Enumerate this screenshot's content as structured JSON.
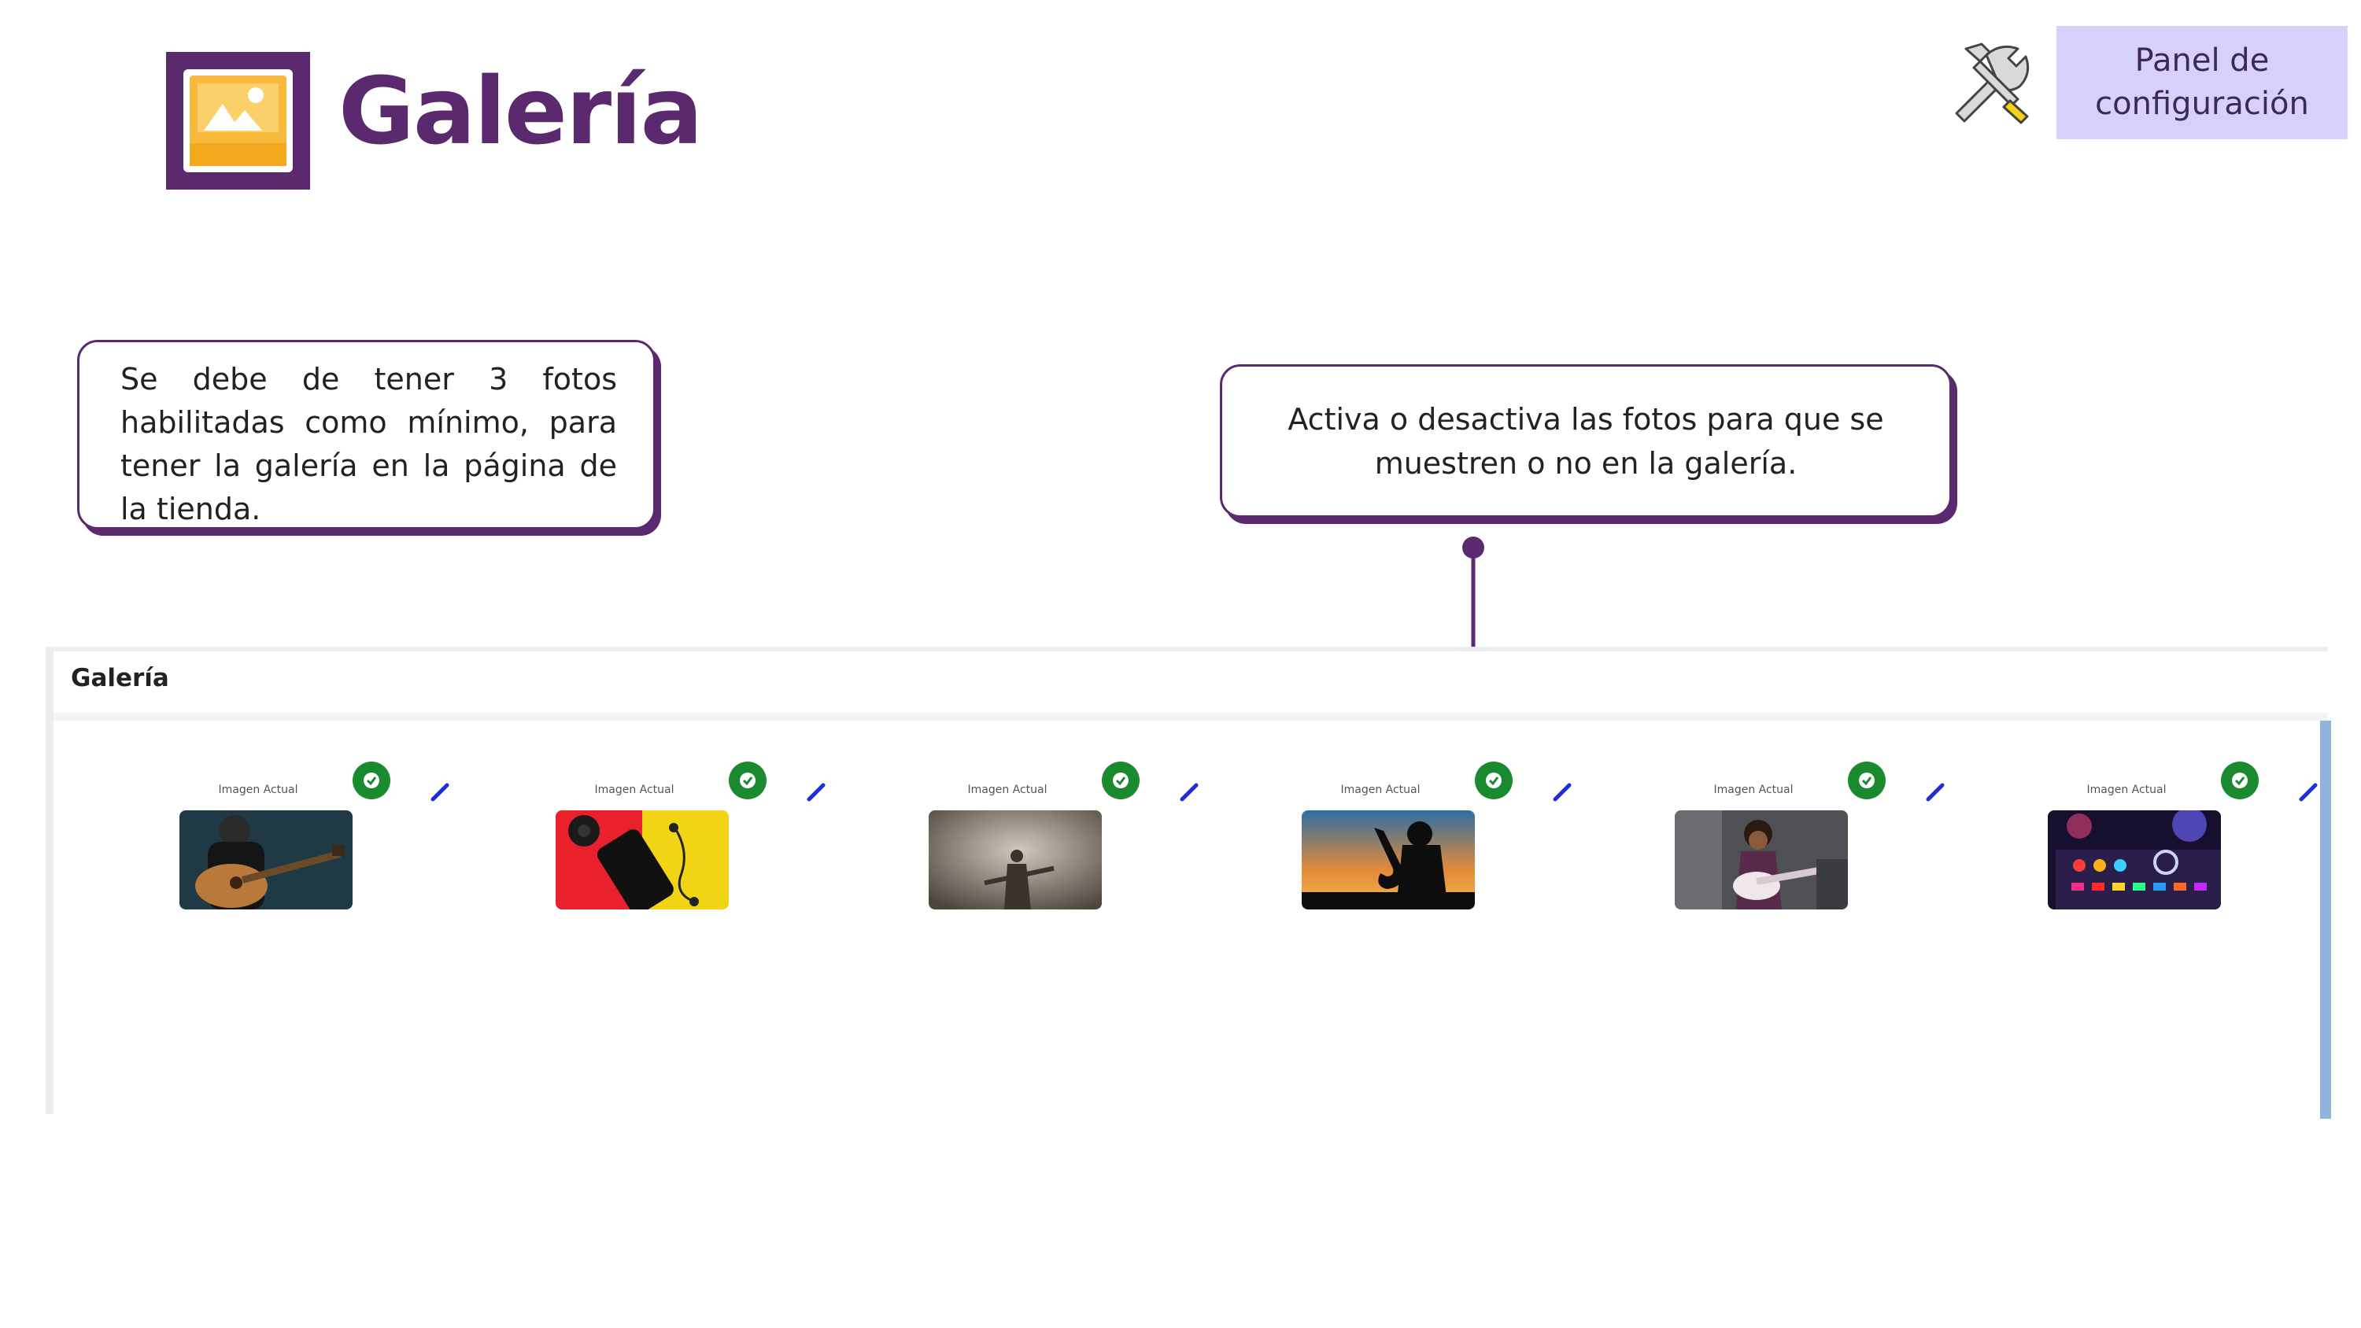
{
  "header": {
    "title": "Galería",
    "logo_icon": "gallery-image-icon",
    "settings_icon": "tools-icon",
    "settings_label": "Panel de\nconfiguración"
  },
  "callouts": {
    "left": "Se debe de tener 3 fotos habilitadas como mínimo, para tener la galería en la página de la tienda.",
    "right": "Activa o desactiva las fotos para que se muestren o no en la galería."
  },
  "gallery": {
    "title": "Galería",
    "items": [
      {
        "label": "Imagen Actual",
        "enabled": true,
        "photo": "guitarist"
      },
      {
        "label": "Imagen Actual",
        "enabled": true,
        "photo": "phone-earbuds"
      },
      {
        "label": "Imagen Actual",
        "enabled": true,
        "photo": "smoky-stage"
      },
      {
        "label": "Imagen Actual",
        "enabled": true,
        "photo": "saxophonist-sunset"
      },
      {
        "label": "Imagen Actual",
        "enabled": true,
        "photo": "woman-guitar"
      },
      {
        "label": "Imagen Actual",
        "enabled": true,
        "photo": "dj-mixer"
      }
    ]
  },
  "colors": {
    "brand": "#5b2a6e",
    "settings_button": "#d7d0fb",
    "toggle_on": "#1a8a2e",
    "edit_icon": "#1f2fd6",
    "scrollbar": "#90b4dc"
  }
}
